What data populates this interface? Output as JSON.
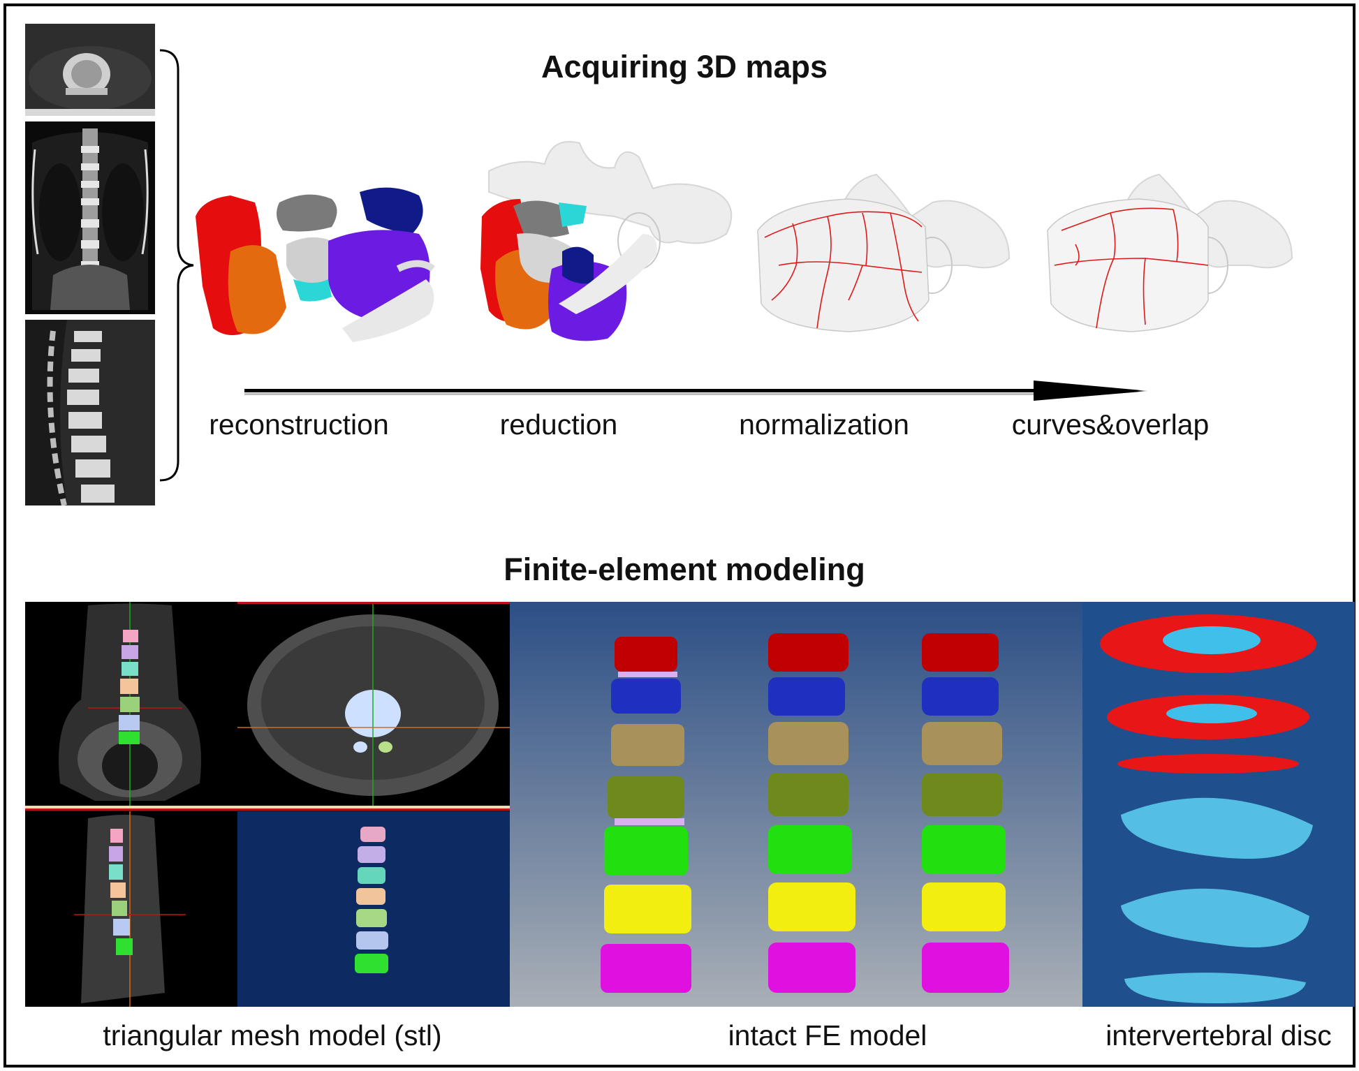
{
  "top": {
    "title": "Acquiring 3D maps",
    "steps": [
      {
        "label": "reconstruction"
      },
      {
        "label": "reduction"
      },
      {
        "label": "normalization"
      },
      {
        "label": "curves&overlap"
      }
    ]
  },
  "bottom": {
    "title": "Finite-element modeling",
    "captions": {
      "mesh": "triangular mesh model (stl)",
      "fe": "intact FE model",
      "disc": "intervertebral disc"
    }
  },
  "colors": {
    "frame": "#000000",
    "fe_background_top": "#2c4f86",
    "fe_background_bottom": "#a9afb6",
    "disc_background": "#1f4f8c",
    "vertebra_levels": [
      "#c00000",
      "#1f2fc0",
      "#a8925a",
      "#6f8a1c",
      "#22e010",
      "#f2ee10",
      "#e010e0"
    ]
  }
}
